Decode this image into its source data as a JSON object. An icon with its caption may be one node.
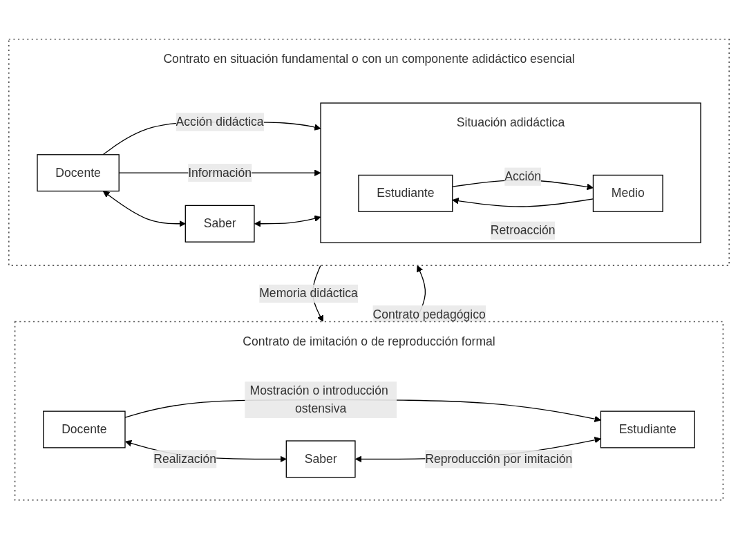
{
  "diagram": {
    "nodes": [
      {
        "text": [
          "Contrato de imitación o de reproducción formal"
        ]
      },
      {
        "text": [
          "Docente"
        ],
        "in": 0
      },
      {
        "text": [
          "Estudiante"
        ],
        "in": 0
      },
      {
        "text": [
          "Saber"
        ],
        "in": 0
      },
      {
        "text": [
          "Contrato en situación fundamental o con un componente adidáctico esencial"
        ]
      },
      {
        "text": [
          "Docente"
        ],
        "in": 4
      },
      {
        "text": [
          "Situación adidáctica"
        ],
        "in": 4
      },
      {
        "text": [
          "Estudiante"
        ],
        "in": 6
      },
      {
        "text": [
          "Medio"
        ],
        "in": 6
      },
      {
        "text": [
          "Saber"
        ],
        "in": 4
      }
    ],
    "edges": [
      {
        "from": 1,
        "to": 2,
        "arrow": "to",
        "label": "Mostración o introducción ostensiva"
      },
      {
        "from": 1,
        "to": 3,
        "arrow": "both",
        "label": "Realización"
      },
      {
        "from": 3,
        "to": 2,
        "arrow": "both",
        "label": "Reproducción por imitación"
      },
      {
        "from": 0,
        "to": 4,
        "arrow": "to",
        "label": "Contrato pedagógico"
      },
      {
        "from": 4,
        "to": 0,
        "arrow": "to",
        "label": "Memoria didáctica"
      },
      {
        "from": 5,
        "to": 6,
        "arrow": "to",
        "label": "Acción didáctica"
      },
      {
        "from": 5,
        "to": 6,
        "arrow": "to",
        "label": "Información"
      },
      {
        "from": 7,
        "to": 8,
        "arrow": "to",
        "label": "Acción"
      },
      {
        "from": 8,
        "to": 7,
        "arrow": "to",
        "label": "Retroacción"
      },
      {
        "from": 5,
        "to": 9,
        "arrow": "both"
      },
      {
        "from": 9,
        "to": 6,
        "arrow": "both"
      }
    ]
  }
}
